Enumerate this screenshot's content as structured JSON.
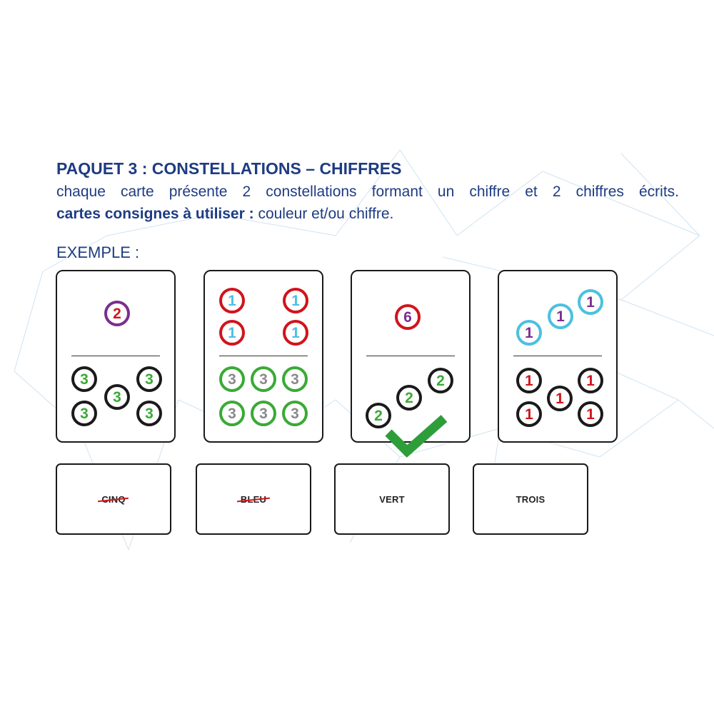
{
  "header": {
    "title": "PAQUET 3 : CONSTELLATIONS – CHIFFRES",
    "description": "chaque carte présente 2 constellations formant un chiffre et 2 chiffres écrits.",
    "instruction_bold": "cartes consignes à utiliser :",
    "instruction_rest": " couleur et/ou chiffre."
  },
  "example_label": "EXEMPLE :",
  "colors": {
    "text": "#1e3c82",
    "red": "#d0141c",
    "purple": "#7b2f8e",
    "light_blue": "#4cc0e0",
    "green": "#3aaa35",
    "black": "#1a1a1a",
    "gray": "#8a8a8a",
    "check_green": "#2e9e3a",
    "strike": "#d0141c"
  },
  "cards": [
    {
      "top_tokens": [
        {
          "digit": "2"
        }
      ],
      "bottom_tokens": [
        {
          "digit": "3"
        },
        {
          "digit": "3"
        },
        {
          "digit": "3"
        },
        {
          "digit": "3"
        },
        {
          "digit": "3"
        }
      ]
    },
    {
      "top_tokens": [
        {
          "digit": "1"
        },
        {
          "digit": "1"
        },
        {
          "digit": "1"
        },
        {
          "digit": "1"
        }
      ],
      "bottom_tokens": [
        {
          "digit": "3"
        },
        {
          "digit": "3"
        },
        {
          "digit": "3"
        },
        {
          "digit": "3"
        },
        {
          "digit": "3"
        },
        {
          "digit": "3"
        }
      ]
    },
    {
      "top_tokens": [
        {
          "digit": "6"
        }
      ],
      "bottom_tokens": [
        {
          "digit": "2"
        },
        {
          "digit": "2"
        },
        {
          "digit": "2"
        }
      ]
    },
    {
      "top_tokens": [
        {
          "digit": "1"
        },
        {
          "digit": "1"
        },
        {
          "digit": "1"
        }
      ],
      "bottom_tokens": [
        {
          "digit": "1"
        },
        {
          "digit": "1"
        },
        {
          "digit": "1"
        },
        {
          "digit": "1"
        },
        {
          "digit": "1"
        }
      ]
    }
  ],
  "word_cards": [
    {
      "word": "CINQ",
      "struck": true
    },
    {
      "word": "BLEU",
      "struck": true
    },
    {
      "word": "VERT",
      "struck": false
    },
    {
      "word": "TROIS",
      "struck": false
    }
  ]
}
